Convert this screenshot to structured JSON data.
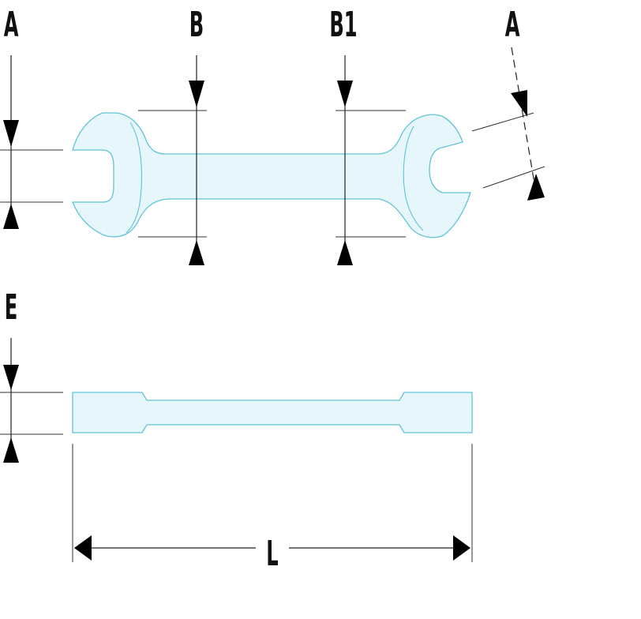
{
  "labels": {
    "jaw_left": "A",
    "width_left": "B",
    "width_right": "B1",
    "jaw_right": "A",
    "thickness": "E",
    "length": "L"
  },
  "colors": {
    "wrench_fill": "#e6f6fa",
    "wrench_outline": "#5fc4d6",
    "dimension_ink": "#000000"
  }
}
